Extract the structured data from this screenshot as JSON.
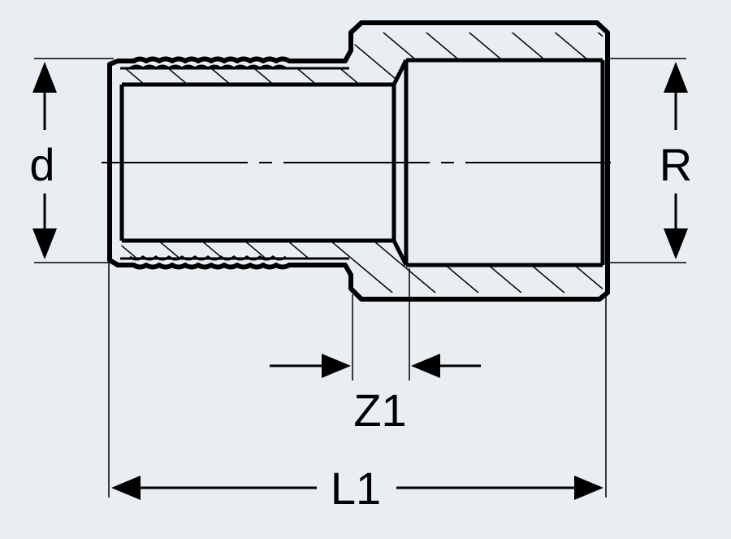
{
  "diagram": {
    "labels": {
      "d": "d",
      "R": "R",
      "Z1": "Z1",
      "L1": "L1"
    },
    "colors": {
      "background": "#e9eef2",
      "ink": "#000000"
    }
  }
}
